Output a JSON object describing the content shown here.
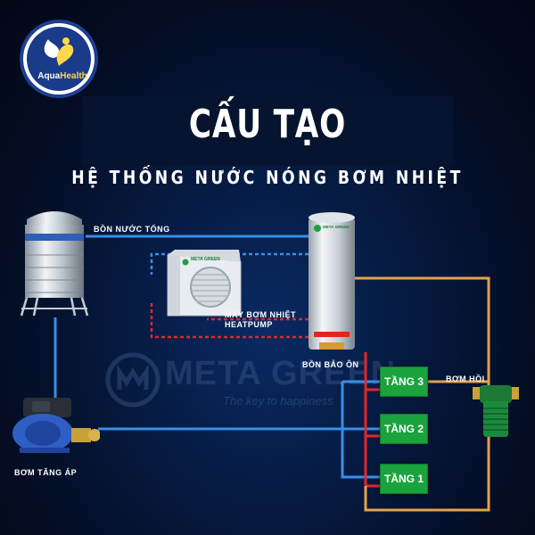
{
  "brand": {
    "name_part1": "Aqua",
    "name_part2": "Health"
  },
  "header": {
    "title": "CẤU TẠO",
    "subtitle": "HỆ THỐNG NƯỚC NÓNG BƠM NHIỆT"
  },
  "watermark": {
    "name": "META GREEN",
    "slogan": "The key to happiness"
  },
  "diagram": {
    "tank_label": "BỒN NƯỚC TỔNG",
    "heatpump_label_line1": "MÁY BƠM NHIỆT",
    "heatpump_label_line2": "HEATPUMP",
    "heatpump_brand": "META GREEN",
    "storage_label": "BỒN BẢO ÔN",
    "storage_brand": "META GREEN",
    "booster_label": "BƠM TĂNG ÁP",
    "return_pump_label": "BƠM HỒI",
    "floors": [
      "TẦNG 3",
      "TẦNG 2",
      "TẦNG 1"
    ]
  },
  "colors": {
    "background": "#061a40",
    "cold_pipe": "#3a8ee6",
    "hot_pipe": "#e3262b",
    "return_pipe": "#e3a24a",
    "floor_box": "#1aa33c"
  }
}
